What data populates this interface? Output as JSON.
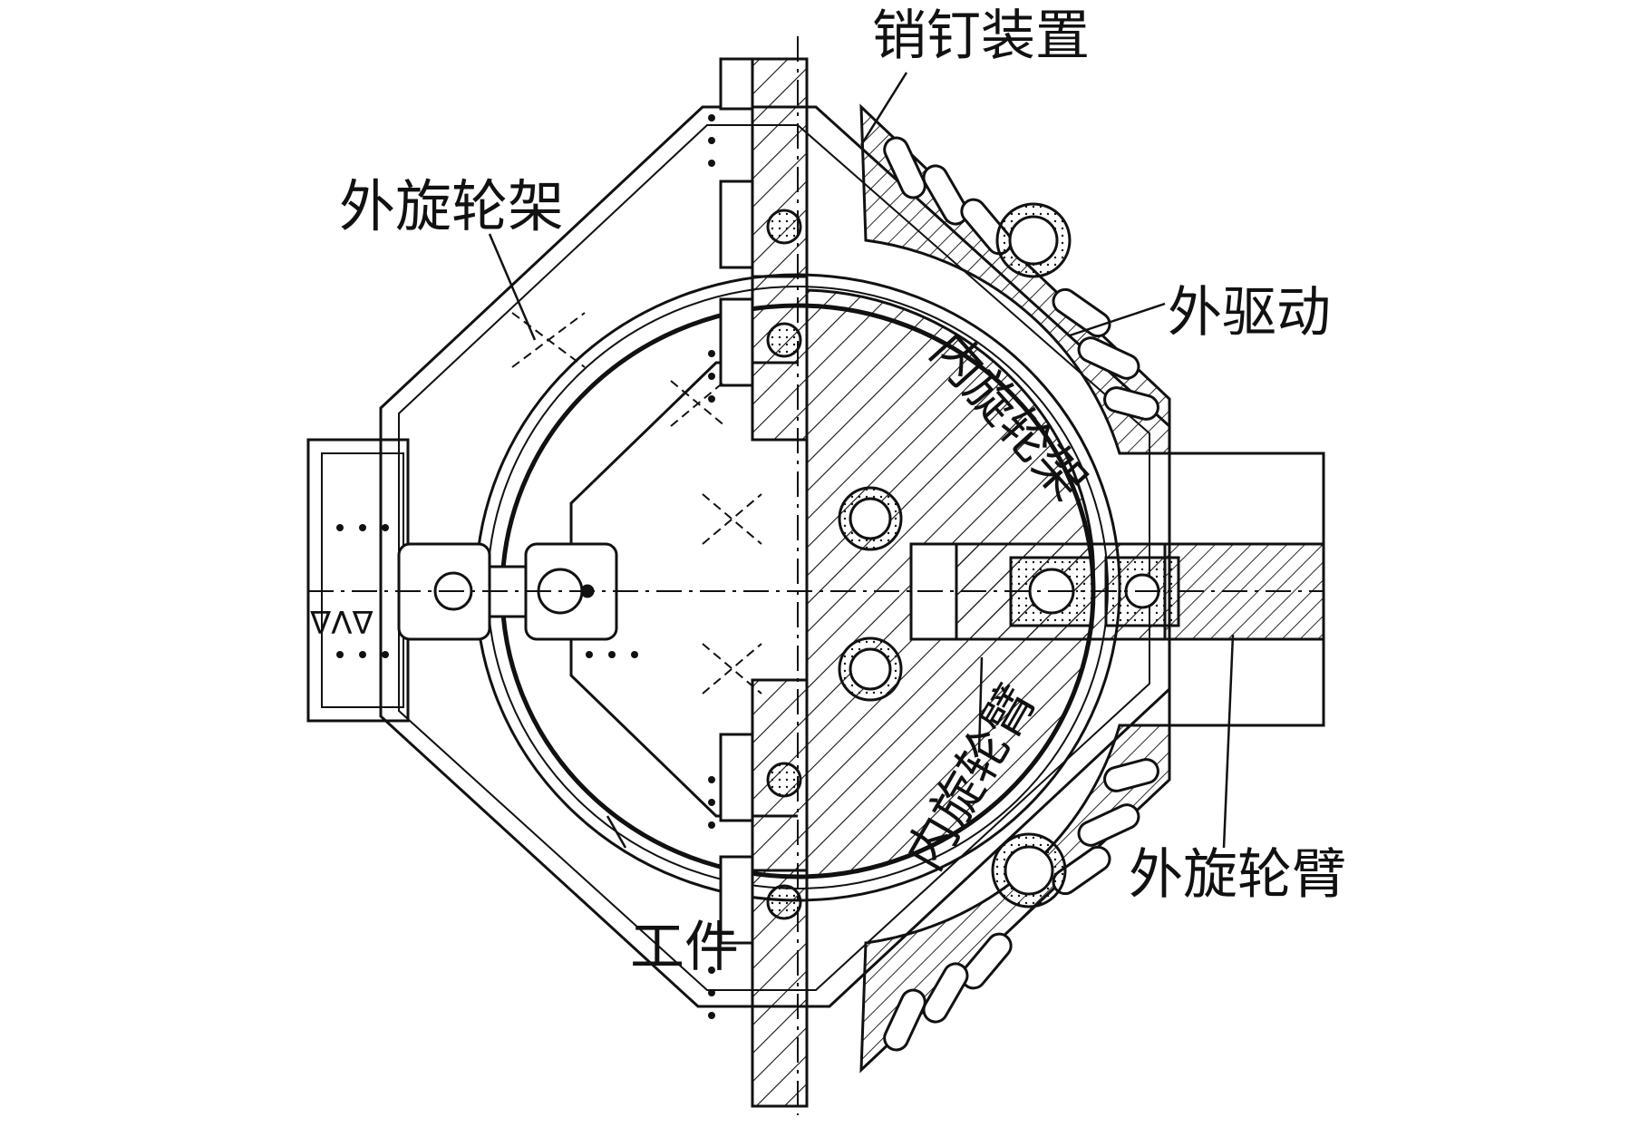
{
  "labels": {
    "pin_device": "销钉装置",
    "outer_frame": "外旋轮架",
    "outer_drive": "外驱动",
    "inner_frame": "内旋轮架",
    "inner_arm": "内旋轮臂",
    "outer_arm": "外旋轮臂",
    "workpiece": "工件",
    "left_marking": "ΔVΔ"
  },
  "colors": {
    "ink": "#111111",
    "paper": "#ffffff"
  }
}
